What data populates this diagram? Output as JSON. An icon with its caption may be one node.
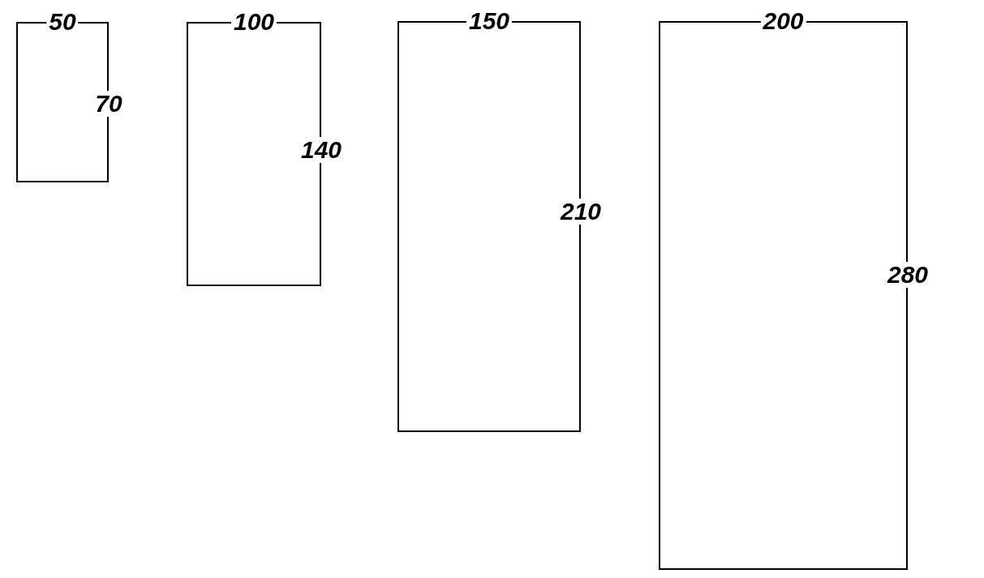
{
  "diagram": {
    "nodes": [
      {
        "text": [
          "50",
          "70"
        ]
      },
      {
        "text": [
          "100",
          "140"
        ]
      },
      {
        "text": [
          "150",
          "210"
        ]
      },
      {
        "text": [
          "200",
          "280"
        ]
      }
    ]
  }
}
